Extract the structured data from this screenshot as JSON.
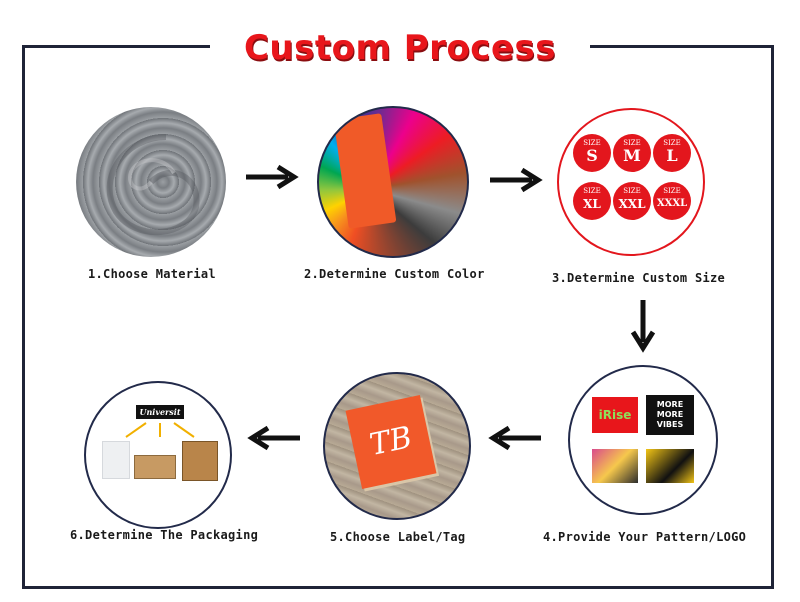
{
  "title": "Custom Process",
  "steps": [
    {
      "label": "1.Choose Material"
    },
    {
      "label": "2.Determine Custom Color"
    },
    {
      "label": "3.Determine Custom Size"
    },
    {
      "label": "4.Provide Your Pattern/LOGO"
    },
    {
      "label": "5.Choose Label/Tag"
    },
    {
      "label": "6.Determine The Packaging"
    }
  ],
  "sizes": [
    {
      "tag": "SIZE",
      "value": "S"
    },
    {
      "tag": "SIZE",
      "value": "M"
    },
    {
      "tag": "SIZE",
      "value": "L"
    },
    {
      "tag": "SIZE",
      "value": "XL"
    },
    {
      "tag": "SIZE",
      "value": "XXL"
    },
    {
      "tag": "SIZE",
      "value": "XXXL"
    }
  ],
  "pattern_texts": {
    "irise": "iRise",
    "slogan": "MORE MORE VIBES"
  },
  "tag_text": "TB",
  "packaging_brand": "Universit",
  "colors": {
    "accent": "#e8161b",
    "frame": "#1f2337",
    "tag_orange": "#f1592a"
  }
}
